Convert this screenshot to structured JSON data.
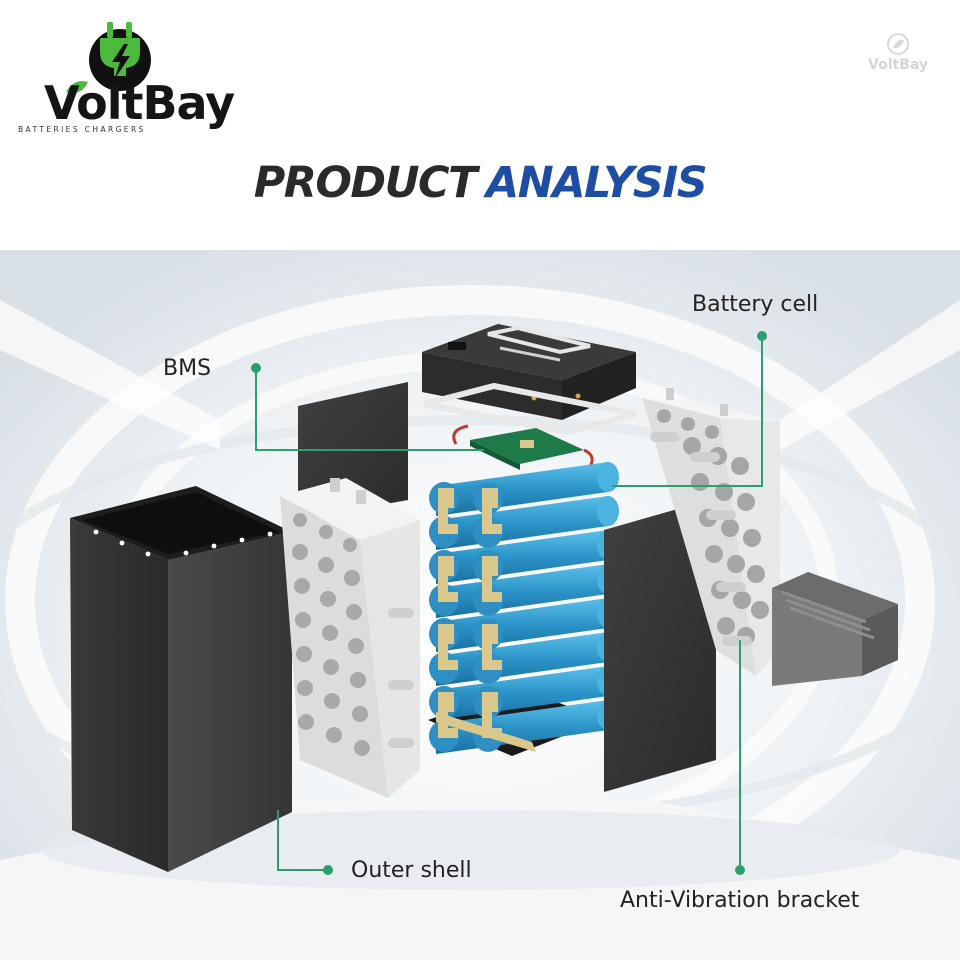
{
  "brand": {
    "name": "VoltBay",
    "tagline": "BATTERIES CHARGERS",
    "watermark": "VoltBay"
  },
  "heading": {
    "part1": "PRODUCT",
    "part2": "ANALYSIS"
  },
  "labels": {
    "battery_cell": "Battery cell",
    "bms": "BMS",
    "outer_shell": "Outer shell",
    "anti_vibration": "Anti-Vibration bracket"
  },
  "colors": {
    "accent_green": "#2e9e6e",
    "heading_dark": "#2a2a2a",
    "heading_blue": "#1d4ea3",
    "cell_blue": "#2b94c8",
    "nickel_strip": "#d9c78b"
  }
}
